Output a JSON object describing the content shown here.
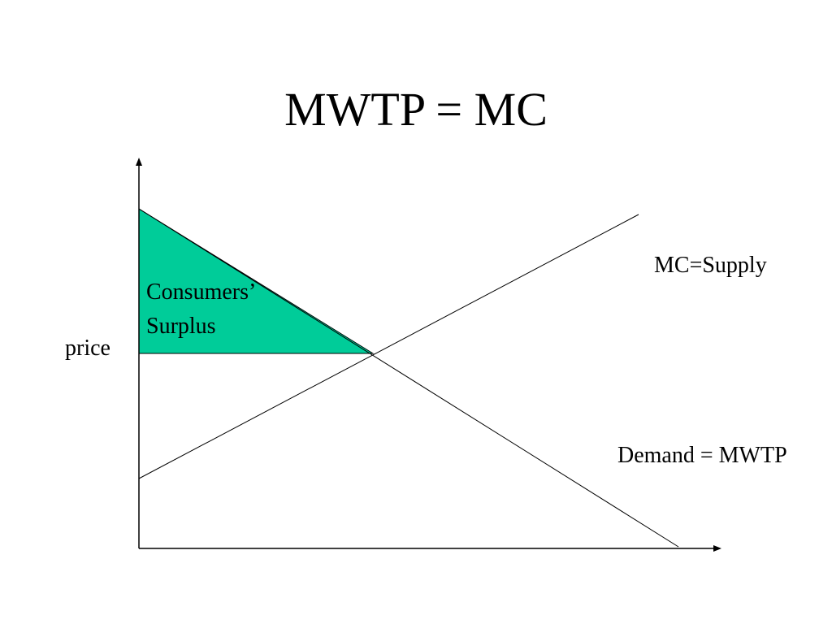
{
  "slide": {
    "title": "MWTP = MC"
  },
  "diagram": {
    "price_label": "price",
    "surplus_label_line1": "Consumers’",
    "surplus_label_line2": "Surplus",
    "supply_label": "MC=Supply",
    "demand_label": "Demand = MWTP",
    "colors": {
      "surplus_fill": "#00cc99",
      "lines": "#000000",
      "background": "#ffffff"
    }
  }
}
